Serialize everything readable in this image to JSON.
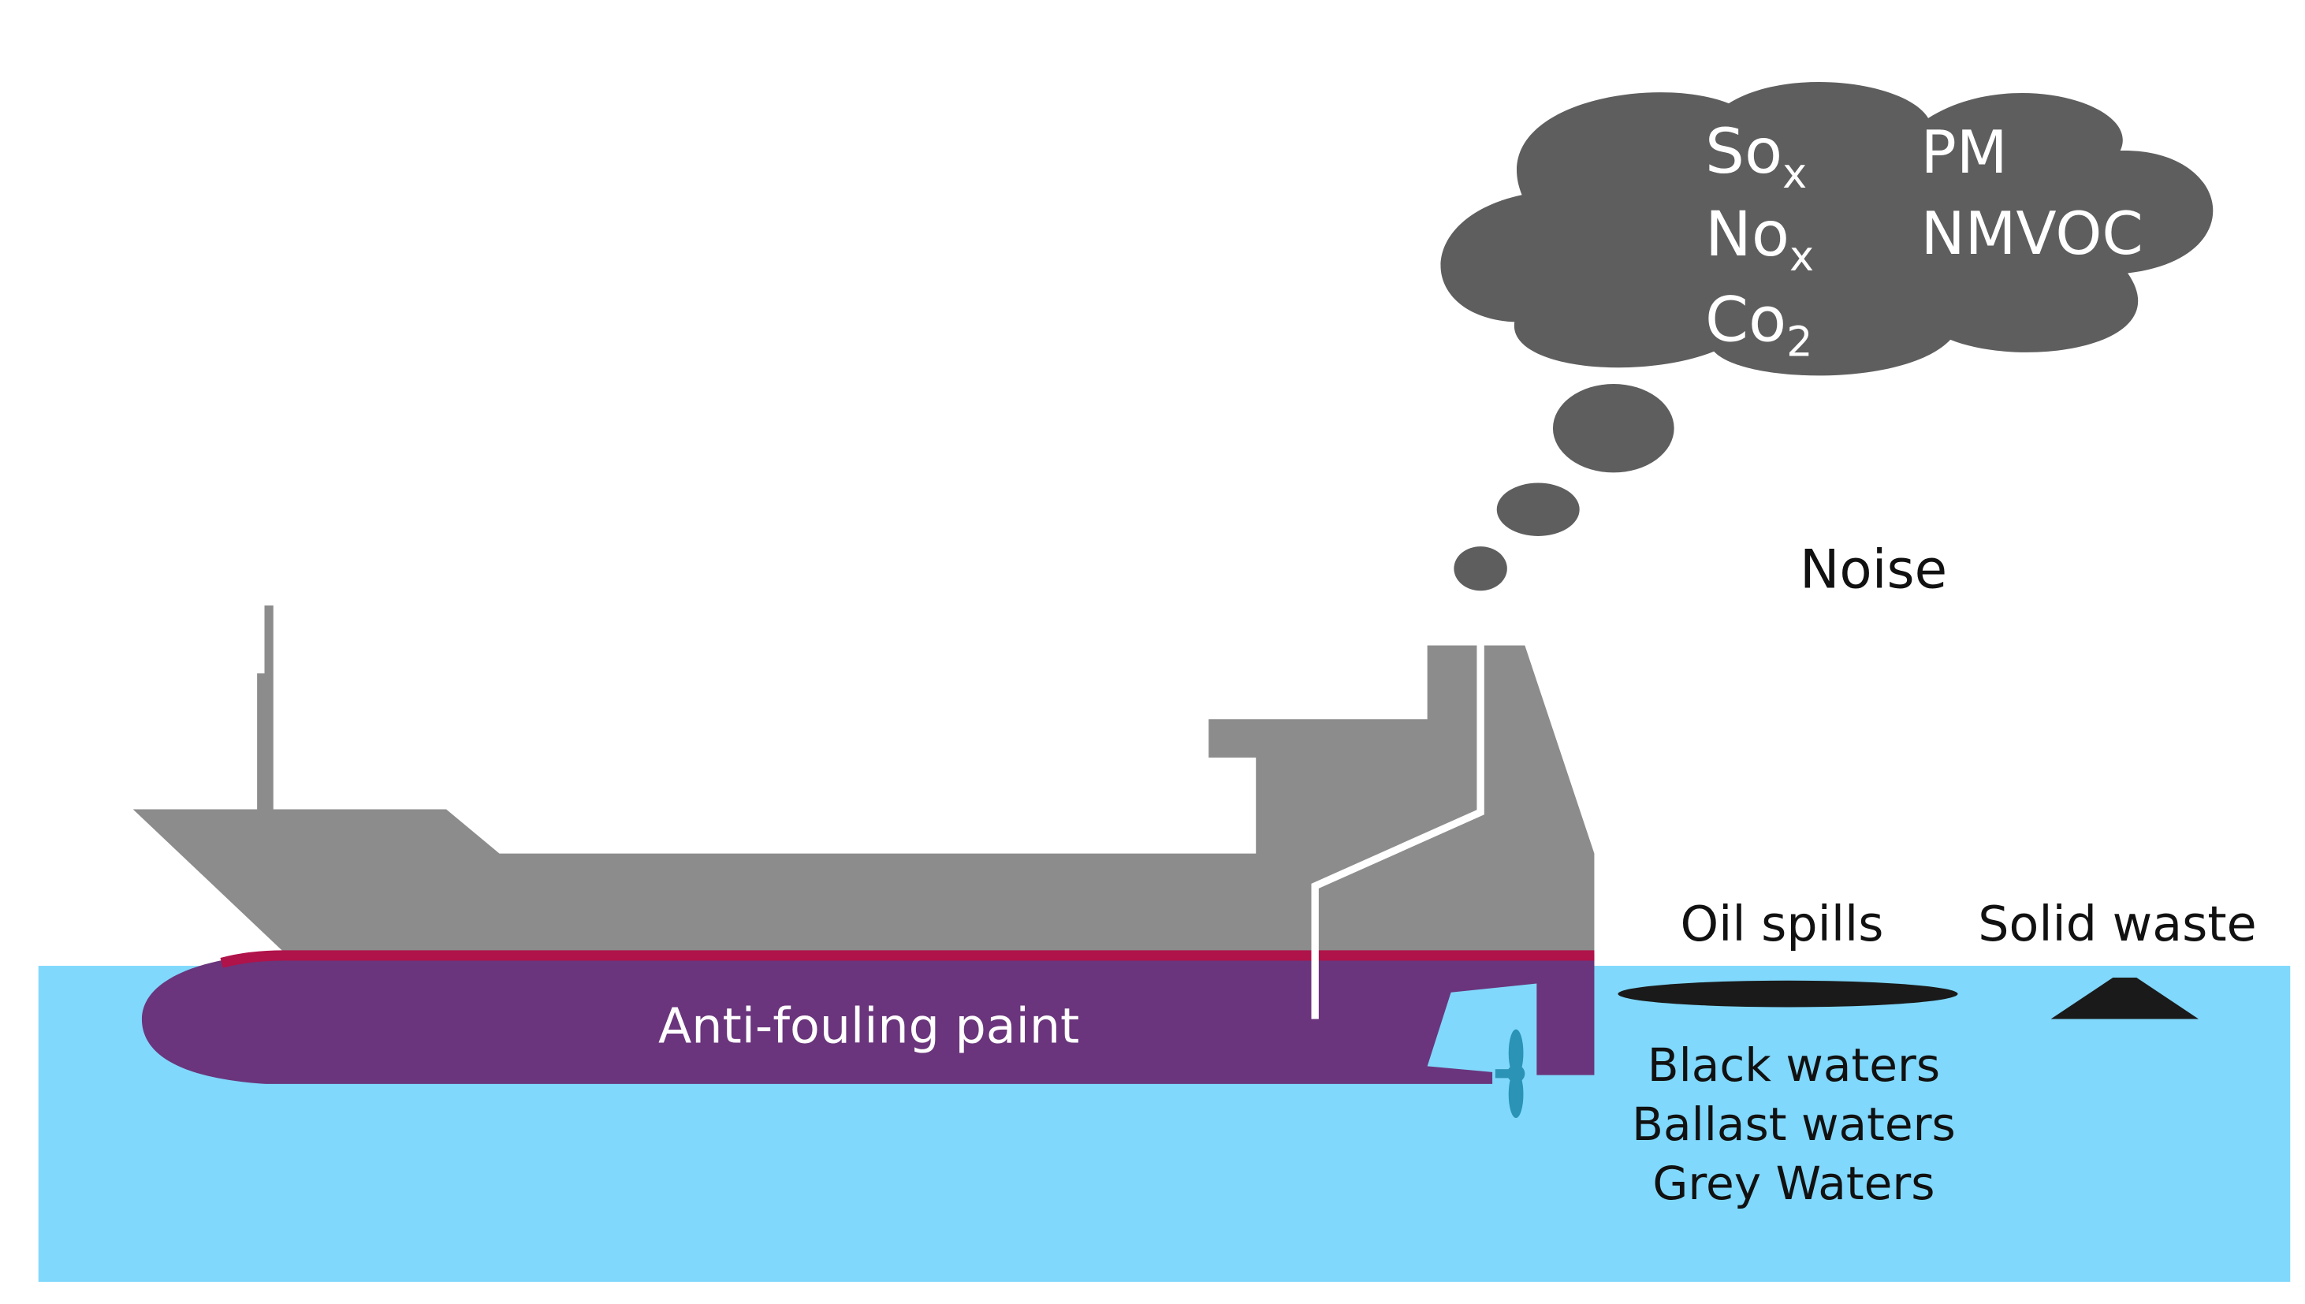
{
  "emissions": {
    "sox": {
      "base": "So",
      "sub": "x"
    },
    "nox": {
      "base": "No",
      "sub": "x"
    },
    "co2": {
      "base": "Co",
      "sub": "2"
    },
    "pm": "PM",
    "nmvoc": "NMVOC"
  },
  "noise": "Noise",
  "hull_label": "Anti-fouling paint",
  "oil_spills": "Oil spills",
  "solid_waste": "Solid waste",
  "discharges": [
    "Black waters",
    "Ballast waters",
    "Grey Waters"
  ],
  "colors": {
    "sea": "#80d8fc",
    "superstructure": "#8c8c8c",
    "hull": "#6a357c",
    "waterline_stripe": "#b0124a",
    "smoke": "#5e5e5e",
    "propeller": "#2a93b6",
    "oil": "#1a1a1a",
    "exhaust_pipe": "#ffffff"
  }
}
